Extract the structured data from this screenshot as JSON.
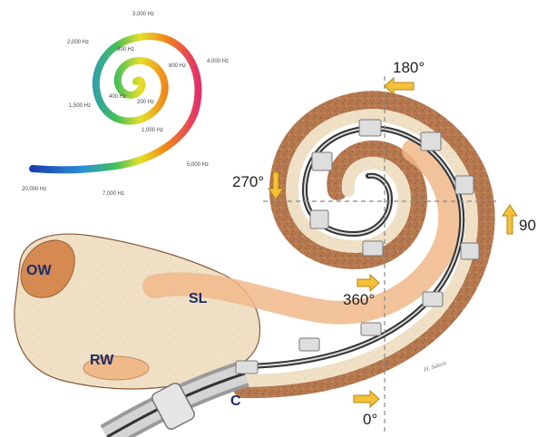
{
  "frequency_spiral": {
    "labels": [
      "3,000 Hz",
      "2,000 Hz",
      "600 Hz",
      "800 Hz",
      "4,000 Hz",
      "400 Hz",
      "200 Hz",
      "1,500 Hz",
      "1,000 Hz",
      "5,000 Hz",
      "20,000 Hz",
      "7,000 Hz"
    ]
  },
  "angles": {
    "deg_180": "180°",
    "deg_270": "270°",
    "deg_90": "90",
    "deg_360": "360°",
    "deg_0": "0°"
  },
  "structures": {
    "oval_window": "OW",
    "round_window": "RW",
    "spiral_lamina": "SL",
    "cochleostomy": "C"
  },
  "signature": "H. Sakon",
  "colors": {
    "bone_brown": "#b6784f",
    "bony_tissue": "#efe0c6",
    "lamina_peach": "#f0b98a",
    "arrow_yellow": "#f5c03a",
    "electrode_gray": "#d9d9d9",
    "label_navy": "#1c2a6b"
  }
}
